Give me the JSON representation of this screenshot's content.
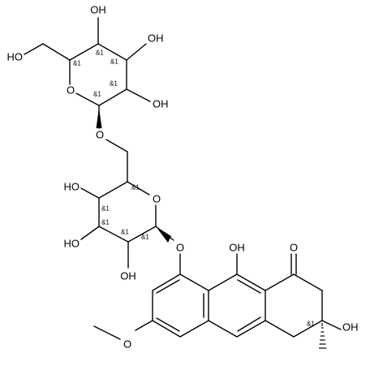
{
  "atom_labels": {
    "oh_top": "OH",
    "oh_right": "OH",
    "ho_left": "HO",
    "oh_sugar1_low": "OH",
    "o_ring1": "O",
    "o_link1": "O",
    "o_ring2": "O",
    "ho_sugar2_left": "HO",
    "ho_sugar2_low": "HO",
    "oh_sugar2_bottom": "OH",
    "o_aryl": "O",
    "oh_peri": "OH",
    "o_ketone": "O",
    "oh_tert": "OH",
    "o_methoxy": "O"
  },
  "stereo_tag": "&1"
}
